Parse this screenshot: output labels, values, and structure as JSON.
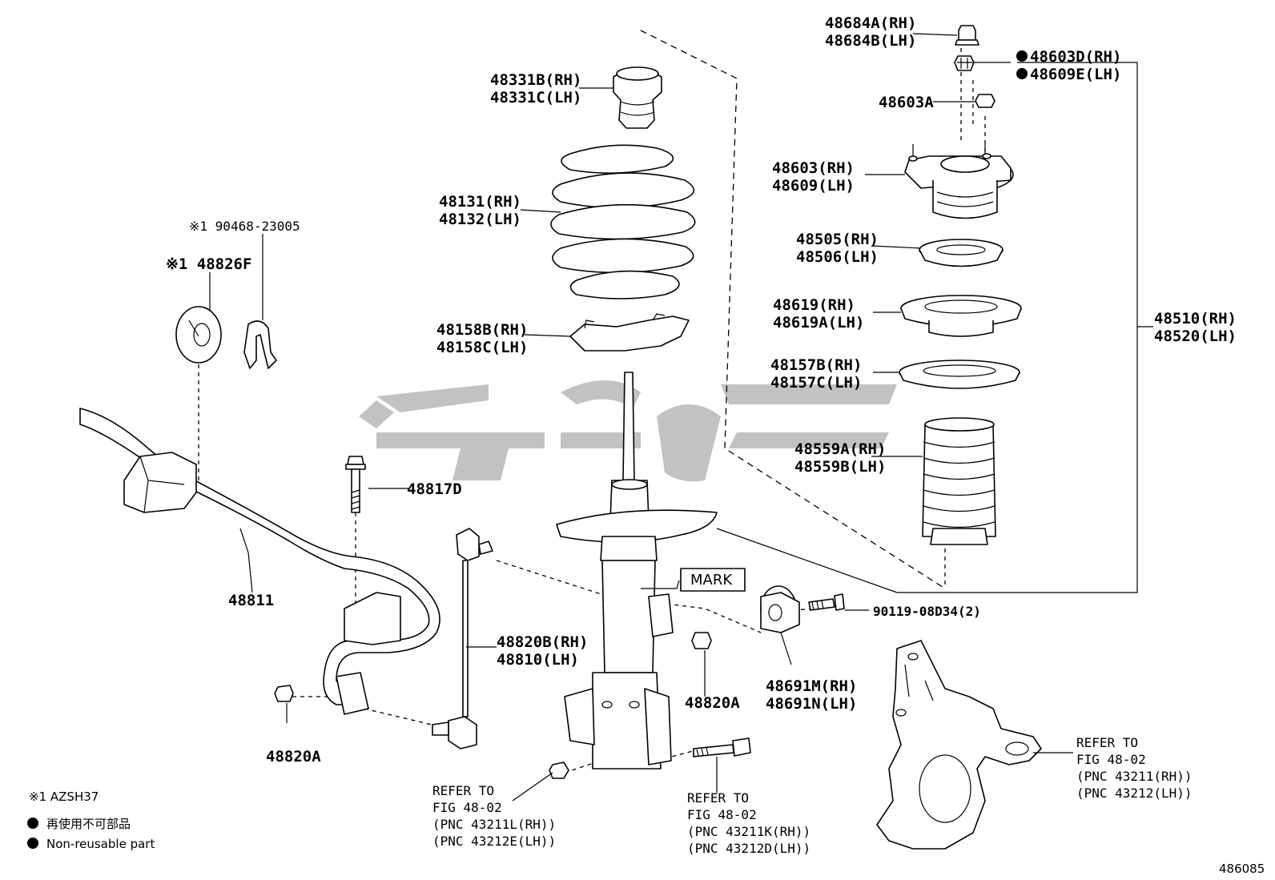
{
  "labels": {
    "p48684a": "48684A(RH)",
    "p48684b": "48684B(LH)",
    "p48603d": "48603D(RH)",
    "p48609e": "48609E(LH)",
    "p48603a": "48603A",
    "p48603": "48603(RH)",
    "p48609": "48609(LH)",
    "p48331b": "48331B(RH)",
    "p48331c": "48331C(LH)",
    "p48131": "48131(RH)",
    "p48132": "48132(LH)",
    "p48505": "48505(RH)",
    "p48506": "48506(LH)",
    "p48619": "48619(RH)",
    "p48619a": "48619A(LH)",
    "p48158b": "48158B(RH)",
    "p48158c": "48158C(LH)",
    "p48157b": "48157B(RH)",
    "p48157c": "48157C(LH)",
    "p48510": "48510(RH)",
    "p48520": "48520(LH)",
    "p48559a": "48559A(RH)",
    "p48559b": "48559B(LH)",
    "p190468": "※1 90468-23005",
    "p48826f": "※1 48826F",
    "p48817d": "48817D",
    "p48811": "48811",
    "mark": "MARK",
    "p90119": "90119-08D34(2)",
    "p48820b": "48820B(RH)",
    "p48810": "48810(LH)",
    "p48820a_mid": "48820A",
    "p48691m": "48691M(RH)",
    "p48691n": "48691N(LH)",
    "p48820a_left": "48820A",
    "refer1": [
      "REFER TO",
      "FIG 48-02",
      "(PNC 43211L(RH))",
      "(PNC 43212E(LH))"
    ],
    "refer2": [
      "REFER TO",
      "FIG 48-02",
      "(PNC 43211K(RH))",
      "(PNC 43212D(LH))"
    ],
    "refer3": [
      "REFER TO",
      "FIG 48-02",
      "(PNC 43211(RH))",
      "(PNC 43212(LH))"
    ]
  },
  "legend": {
    "note1": "※1 AZSH37",
    "nonreusable_jp": "再使用不可部品",
    "nonreusable_en": "Non-reusable part"
  },
  "figure_id": "486085",
  "colors": {
    "line": "#000000",
    "watermark": "#9a9a9a",
    "background": "#ffffff"
  }
}
